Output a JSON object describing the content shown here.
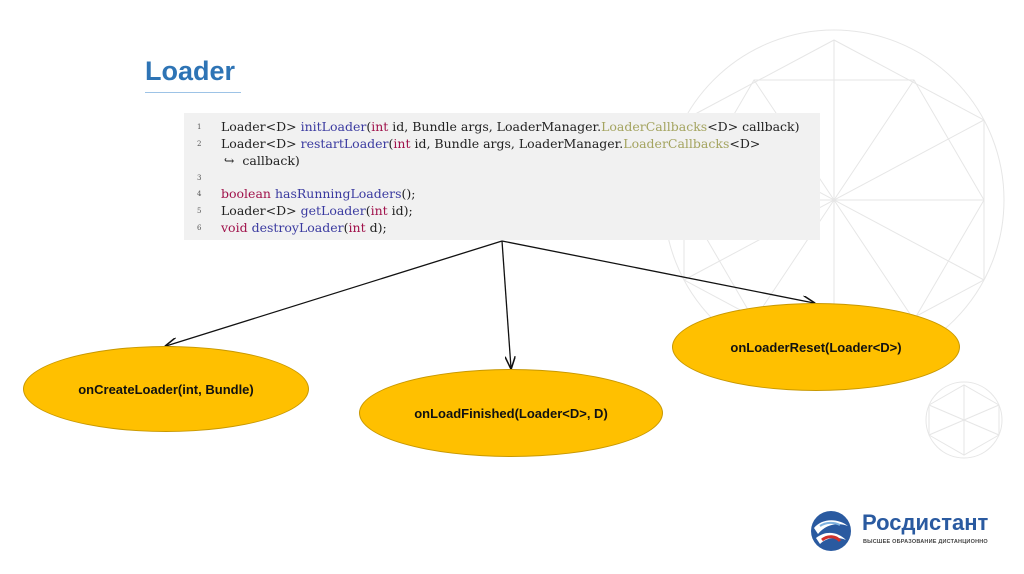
{
  "slide": {
    "title": "Loader",
    "code_lines": [
      {
        "num": "1",
        "tokens": [
          {
            "t": "Loader<D> ",
            "c": ""
          },
          {
            "t": "initLoader",
            "c": "fn"
          },
          {
            "t": "(",
            "c": ""
          },
          {
            "t": "int",
            "c": "kw"
          },
          {
            "t": " id, Bundle args, LoaderManager.",
            "c": ""
          },
          {
            "t": "LoaderCallbacks",
            "c": "cl"
          },
          {
            "t": "<D> callback)",
            "c": ""
          }
        ]
      },
      {
        "num": "2",
        "tokens": [
          {
            "t": "Loader<D> ",
            "c": ""
          },
          {
            "t": "restartLoader",
            "c": "fn"
          },
          {
            "t": "(",
            "c": ""
          },
          {
            "t": "int",
            "c": "kw"
          },
          {
            "t": " id, Bundle args, LoaderManager.",
            "c": ""
          },
          {
            "t": "LoaderCallbacks",
            "c": "cl"
          },
          {
            "t": "<D>",
            "c": ""
          }
        ]
      },
      {
        "num": "",
        "tokens": [
          {
            "t": "↪  callback)",
            "c": ""
          }
        ]
      },
      {
        "num": "3",
        "tokens": []
      },
      {
        "num": "4",
        "tokens": [
          {
            "t": "boolean",
            "c": "kw"
          },
          {
            "t": " ",
            "c": ""
          },
          {
            "t": "hasRunningLoaders",
            "c": "fn"
          },
          {
            "t": "();",
            "c": ""
          }
        ]
      },
      {
        "num": "5",
        "tokens": [
          {
            "t": "Loader<D> ",
            "c": ""
          },
          {
            "t": "getLoader",
            "c": "fn"
          },
          {
            "t": "(",
            "c": ""
          },
          {
            "t": "int",
            "c": "kw"
          },
          {
            "t": " id);",
            "c": ""
          }
        ]
      },
      {
        "num": "6",
        "tokens": [
          {
            "t": "void",
            "c": "kw"
          },
          {
            "t": " ",
            "c": ""
          },
          {
            "t": "destroyLoader",
            "c": "fn"
          },
          {
            "t": "(",
            "c": ""
          },
          {
            "t": "int",
            "c": "kw"
          },
          {
            "t": " d);",
            "c": ""
          }
        ]
      }
    ],
    "callbacks": {
      "on_create": "onCreateLoader(int, Bundle)",
      "on_finished": "onLoadFinished(Loader<D>, D)",
      "on_reset": "onLoaderReset(Loader<D>)"
    },
    "colors": {
      "ellipse_fill": "#ffc000",
      "title": "#2e74b5"
    }
  },
  "logo": {
    "name": "Росдистант",
    "subtitle": "ВЫСШЕЕ ОБРАЗОВАНИЕ ДИСТАНЦИОННО"
  }
}
